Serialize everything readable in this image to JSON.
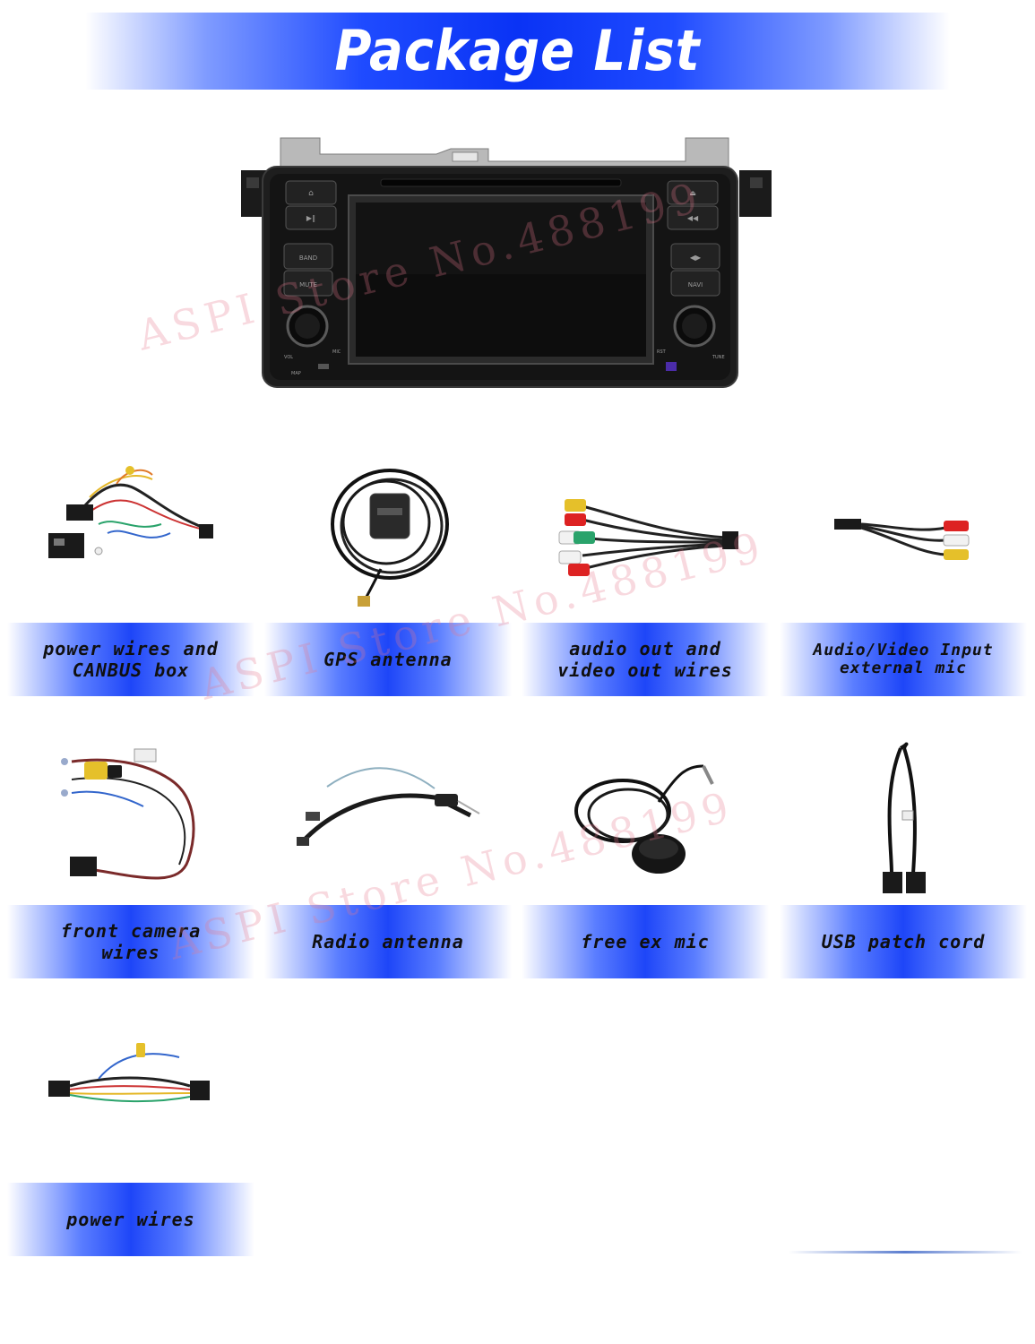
{
  "title": "Package List",
  "head_unit": {
    "buttons_left": [
      "BAND",
      "MUTE"
    ],
    "buttons_right": [
      "NAVI"
    ],
    "bottom_labels": {
      "vol": "VOL",
      "mic": "MIC",
      "map": "MAP",
      "rst": "RST",
      "tune": "TUNE"
    }
  },
  "items": [
    {
      "label": "power wires and\nCANBUS box"
    },
    {
      "label": "GPS antenna"
    },
    {
      "label": "audio out and\nvideo out wires"
    },
    {
      "label": "Audio/Video Input\nexternal mic"
    },
    {
      "label": "front camera\nwires"
    },
    {
      "label": "Radio antenna"
    },
    {
      "label": "free ex mic"
    },
    {
      "label": "USB patch cord"
    },
    {
      "label": "power wires"
    }
  ],
  "watermarks": [
    "ASPI Store No.488199",
    "ASPI Store No.488199",
    "ASPI Store No.488199"
  ],
  "colors": {
    "banner_blue": "#0a33f5",
    "watermark": "#e6788c"
  }
}
